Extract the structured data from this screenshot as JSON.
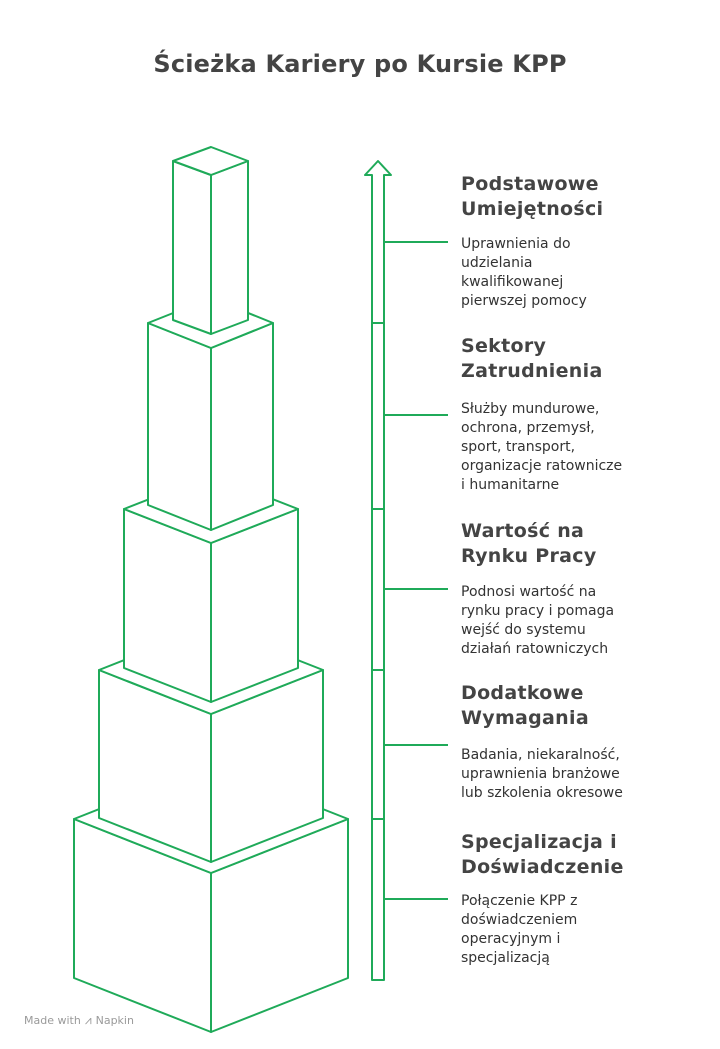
{
  "title": "Ścieżka Kariery po Kursie KPP",
  "accent_color": "#1faa59",
  "steps": [
    {
      "heading": "Podstawowe\nUmiejętności",
      "description": "Uprawnienia do\nudzielania\nkwalifikowanej\npierwszej pomocy"
    },
    {
      "heading": "Sektory\nZatrudnienia",
      "description": "Służby mundurowe,\nochrona, przemysł,\nsport, transport,\norganizacje ratownicze\ni humanitarne"
    },
    {
      "heading": "Wartość na\nRynku Pracy",
      "description": "Podnosi wartość na\nrynku pracy i pomaga\nwejść do systemu\ndziałań ratowniczych"
    },
    {
      "heading": "Dodatkowe\nWymagania",
      "description": "Badania, niekaralność,\nuprawnienia branżowe\nlub szkolenia okresowe"
    },
    {
      "heading": "Specjalizacja i\nDoświadczenie",
      "description": "Połączenie KPP z\ndoświadczeniem\noperacyjnym i\nspecjalizacją"
    }
  ],
  "footer": {
    "made_with": "Made with",
    "brand": "Napkin",
    "logo_icon": "napkin-logo-icon"
  }
}
